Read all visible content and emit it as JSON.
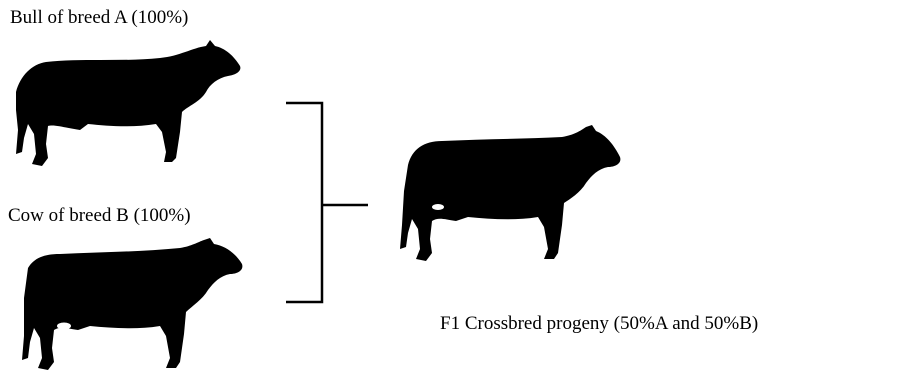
{
  "parents": {
    "bull_label": "Bull of breed A (100%)",
    "cow_label": "Cow of breed B (100%)"
  },
  "offspring": {
    "label": "F1 Crossbred progeny (50%A and 50%B)"
  },
  "colors": {
    "silhouette": "#000000",
    "background": "#ffffff"
  }
}
